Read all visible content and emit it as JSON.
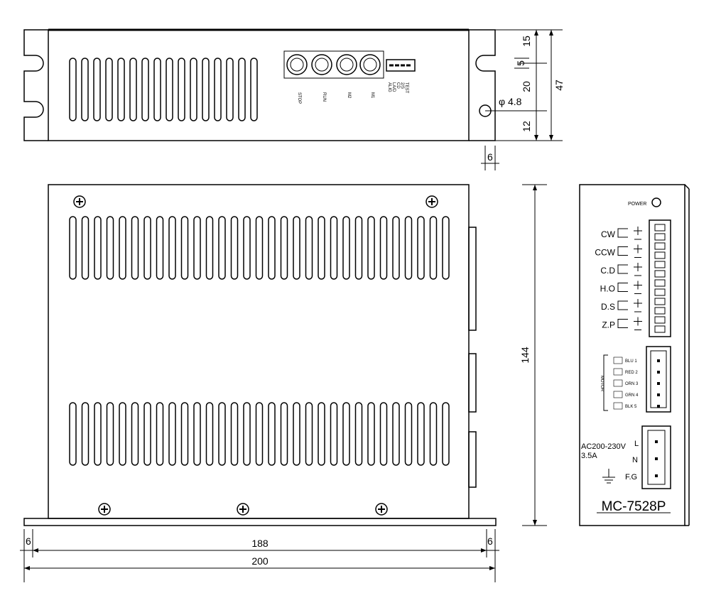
{
  "dimensions": {
    "top_15": "15",
    "top_5": "5",
    "top_20": "20",
    "top_47": "47",
    "top_12": "12",
    "hole": "φ 4.8",
    "flange_6": "6",
    "height_144": "144",
    "bottom_6_left": "6",
    "bottom_188": "188",
    "bottom_6_right": "6",
    "bottom_200": "200"
  },
  "top_view": {
    "switch_labels": [
      "STOP",
      "RUN",
      "M2",
      "M1"
    ],
    "dip_labels": [
      "ALIG",
      "LA/D",
      "CD",
      "2/S",
      "TEST"
    ]
  },
  "side_panel": {
    "power_label": "POWER",
    "signals": [
      "CW",
      "CCW",
      "C.D",
      "H.O",
      "D.S",
      "Z.P"
    ],
    "motor_label": "MOTOR",
    "motor_wires": [
      "BLU 1",
      "RED 2",
      "ORN 3",
      "GRN 4",
      "BLK 5"
    ],
    "power_input": "AC200-230V",
    "current": "3.5A",
    "terminals": [
      "L",
      "N",
      "F.G"
    ],
    "model": "MC-7528P"
  }
}
